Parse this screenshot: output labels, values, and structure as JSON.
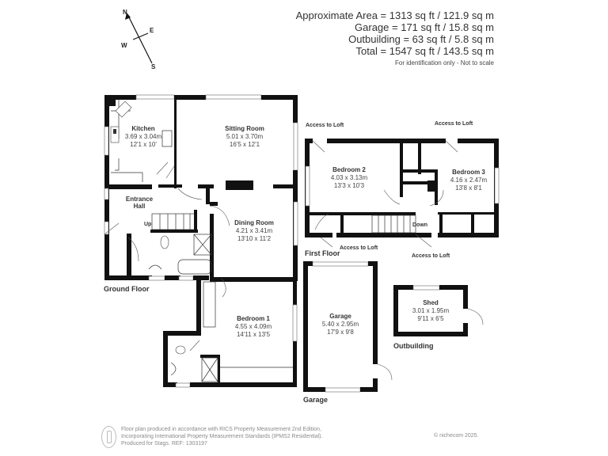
{
  "compass": {
    "n": "N",
    "e": "E",
    "s": "S",
    "w": "W"
  },
  "areas": {
    "approximate": "Approximate Area = 1313 sq ft / 121.9 sq m",
    "garage": "Garage = 171 sq ft / 15.8 sq m",
    "outbuilding": "Outbuilding = 63 sq ft / 5.8 sq m",
    "total": "Total = 1547 sq ft / 143.5 sq m",
    "note": "For identification only - Not to scale"
  },
  "floors": {
    "ground": {
      "label": "Ground Floor",
      "rooms": {
        "kitchen": {
          "name": "Kitchen",
          "metric": "3.69 x 3.04m",
          "imperial": "12'1 x 10'"
        },
        "sitting": {
          "name": "Sitting Room",
          "metric": "5.01 x 3.70m",
          "imperial": "16'5 x 12'1"
        },
        "hall": {
          "name": "Entrance",
          "name2": "Hall"
        },
        "dining": {
          "name": "Dining Room",
          "metric": "4.21 x 3.41m",
          "imperial": "13'10 x 11'2"
        },
        "bedroom1": {
          "name": "Bedroom 1",
          "metric": "4.55 x 4.09m",
          "imperial": "14'11 x 13'5"
        }
      },
      "stairs_label": "Up"
    },
    "first": {
      "label": "First Floor",
      "rooms": {
        "bedroom2": {
          "name": "Bedroom 2",
          "metric": "4.03 x 3.13m",
          "imperial": "13'3 x 10'3"
        },
        "bedroom3": {
          "name": "Bedroom 3",
          "metric": "4.16 x 2.47m",
          "imperial": "13'8 x 8'1"
        }
      },
      "stairs_label": "Down",
      "loft_notes": [
        "Access to Loft",
        "Access to Loft",
        "Access to Loft",
        "Access to Loft"
      ]
    },
    "garage": {
      "label": "Garage",
      "rooms": {
        "garage": {
          "name": "Garage",
          "metric": "5.40 x 2.95m",
          "imperial": "17'9 x 9'8"
        }
      }
    },
    "outbuilding": {
      "label": "Outbuilding",
      "rooms": {
        "shed": {
          "name": "Shed",
          "metric": "3.01 x 1.95m",
          "imperial": "9'11 x 6'5"
        }
      }
    }
  },
  "footer": {
    "line1": "Floor plan produced in accordance with RICS Property Measurement 2nd Edition,",
    "line2": "Incorporating International Property Measurement Standards (IPMS2 Residential).",
    "line3": "Produced for Stags.   REF: 1303197",
    "copyright": "© nichecom 2025."
  }
}
